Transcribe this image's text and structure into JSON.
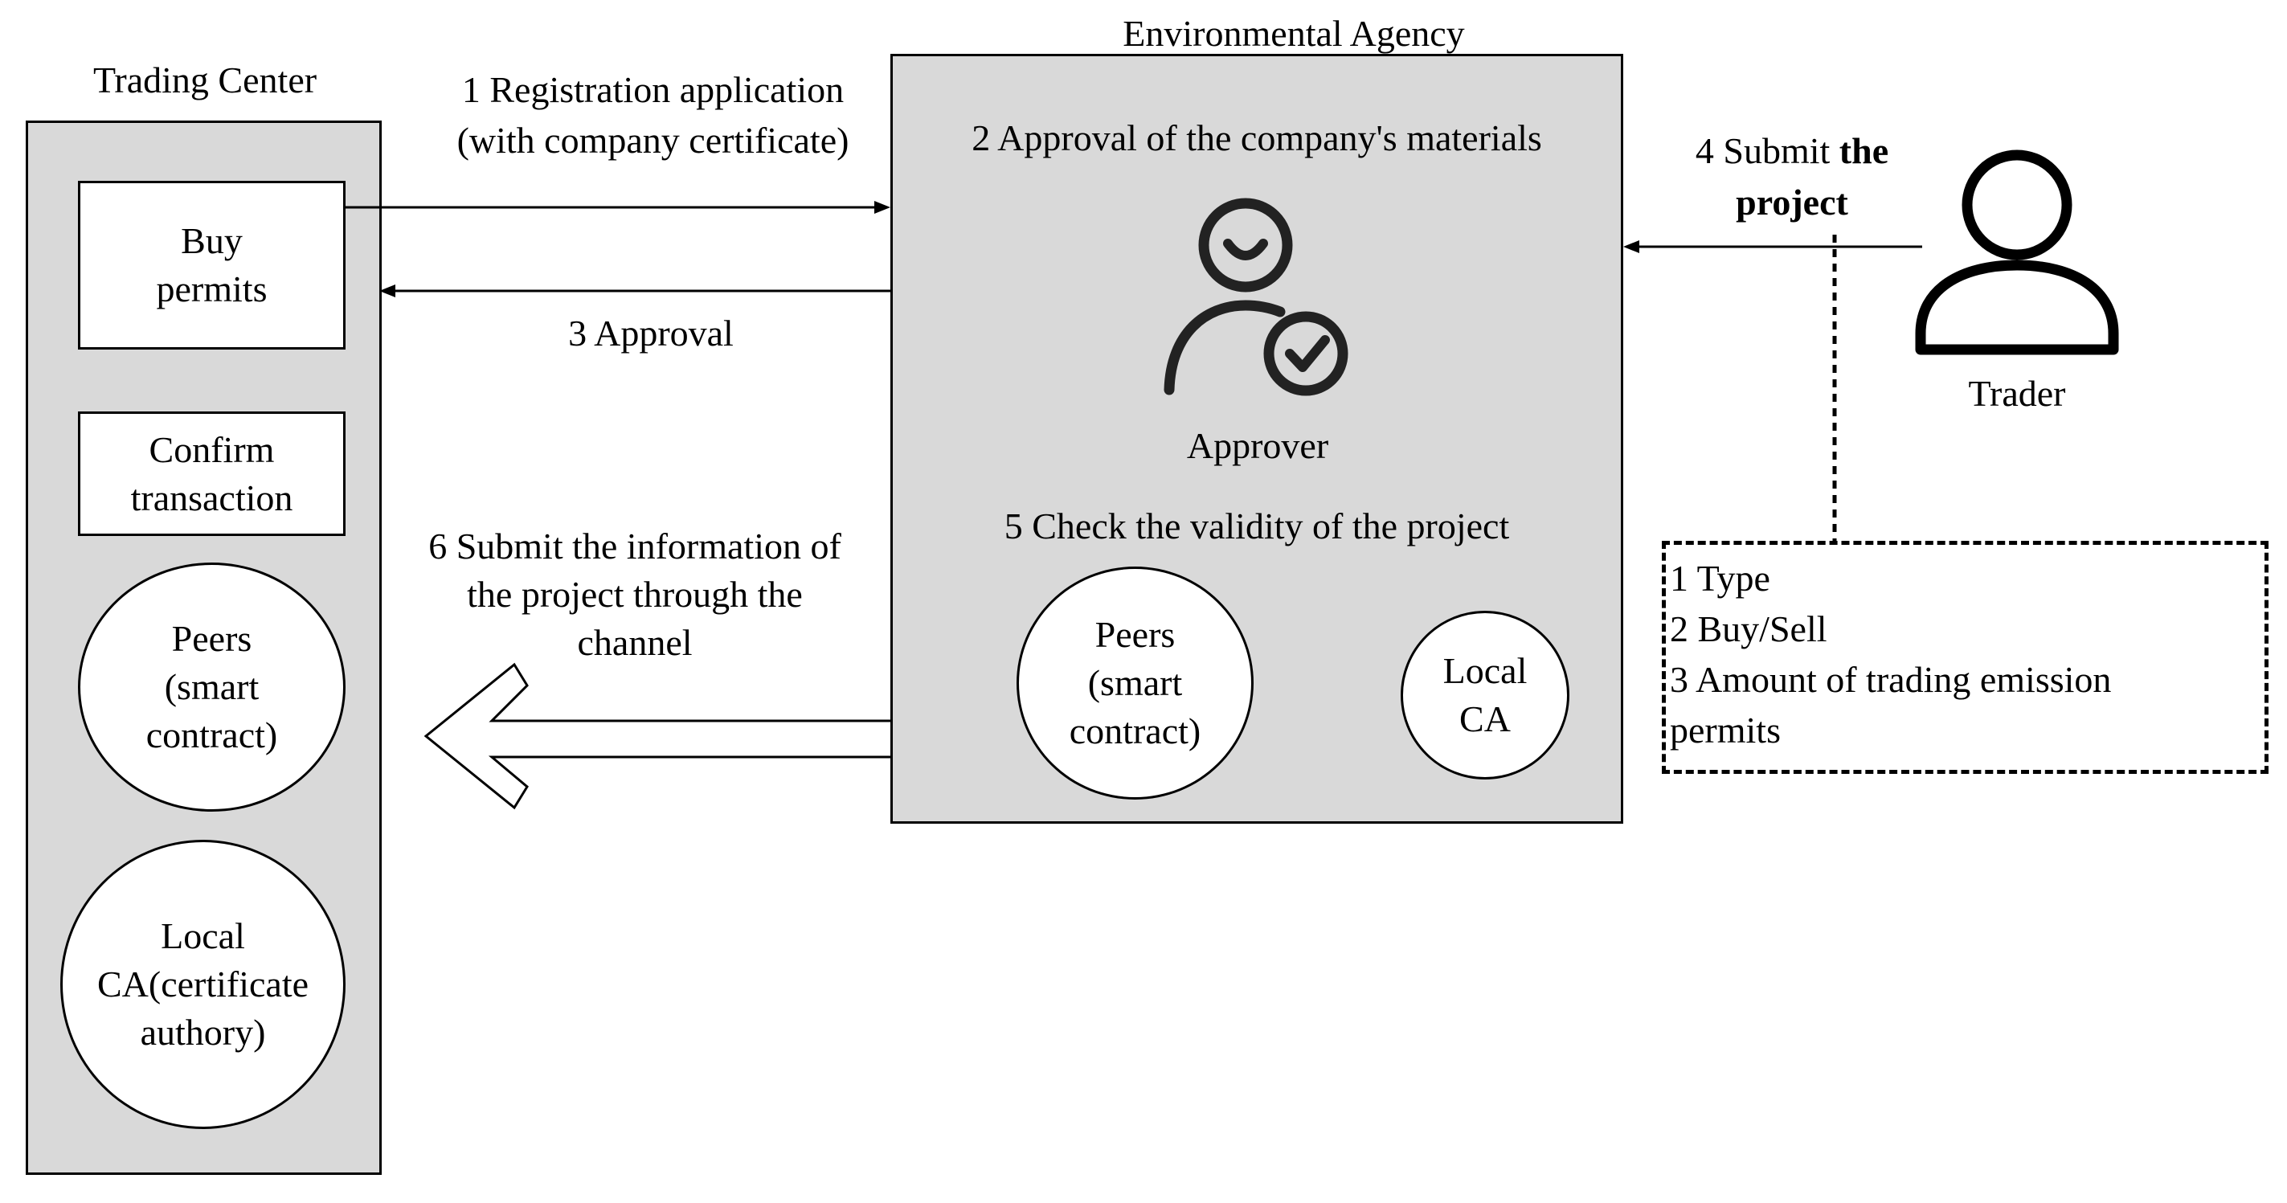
{
  "trading_center": {
    "title": "Trading Center",
    "buy_permits": "Buy\npermits",
    "confirm_transaction": "Confirm\ntransaction",
    "peers": "Peers\n(smart\ncontract)",
    "local_ca": "Local\nCA(certificate\nauthory)"
  },
  "environmental_agency": {
    "title": "Environmental Agency",
    "step2": "2 Approval of the company's materials",
    "approver_label": "Approver",
    "step5": "5 Check the validity of the project",
    "peers": "Peers\n(smart\ncontract)",
    "local_ca": "Local\nCA"
  },
  "flows": {
    "step1_line1": "1 Registration application",
    "step1_line2": "(with company certificate)",
    "step3": "3 Approval",
    "step4_prefix": "4 Submit ",
    "step4_bold1": "the",
    "step4_bold2": "project",
    "step6": "6 Submit the information of\nthe project through the\nchannel"
  },
  "trader": {
    "label": "Trader",
    "project_fields": [
      "1 Type",
      "2 Buy/Sell",
      "3 Amount of trading emission",
      "permits"
    ]
  }
}
